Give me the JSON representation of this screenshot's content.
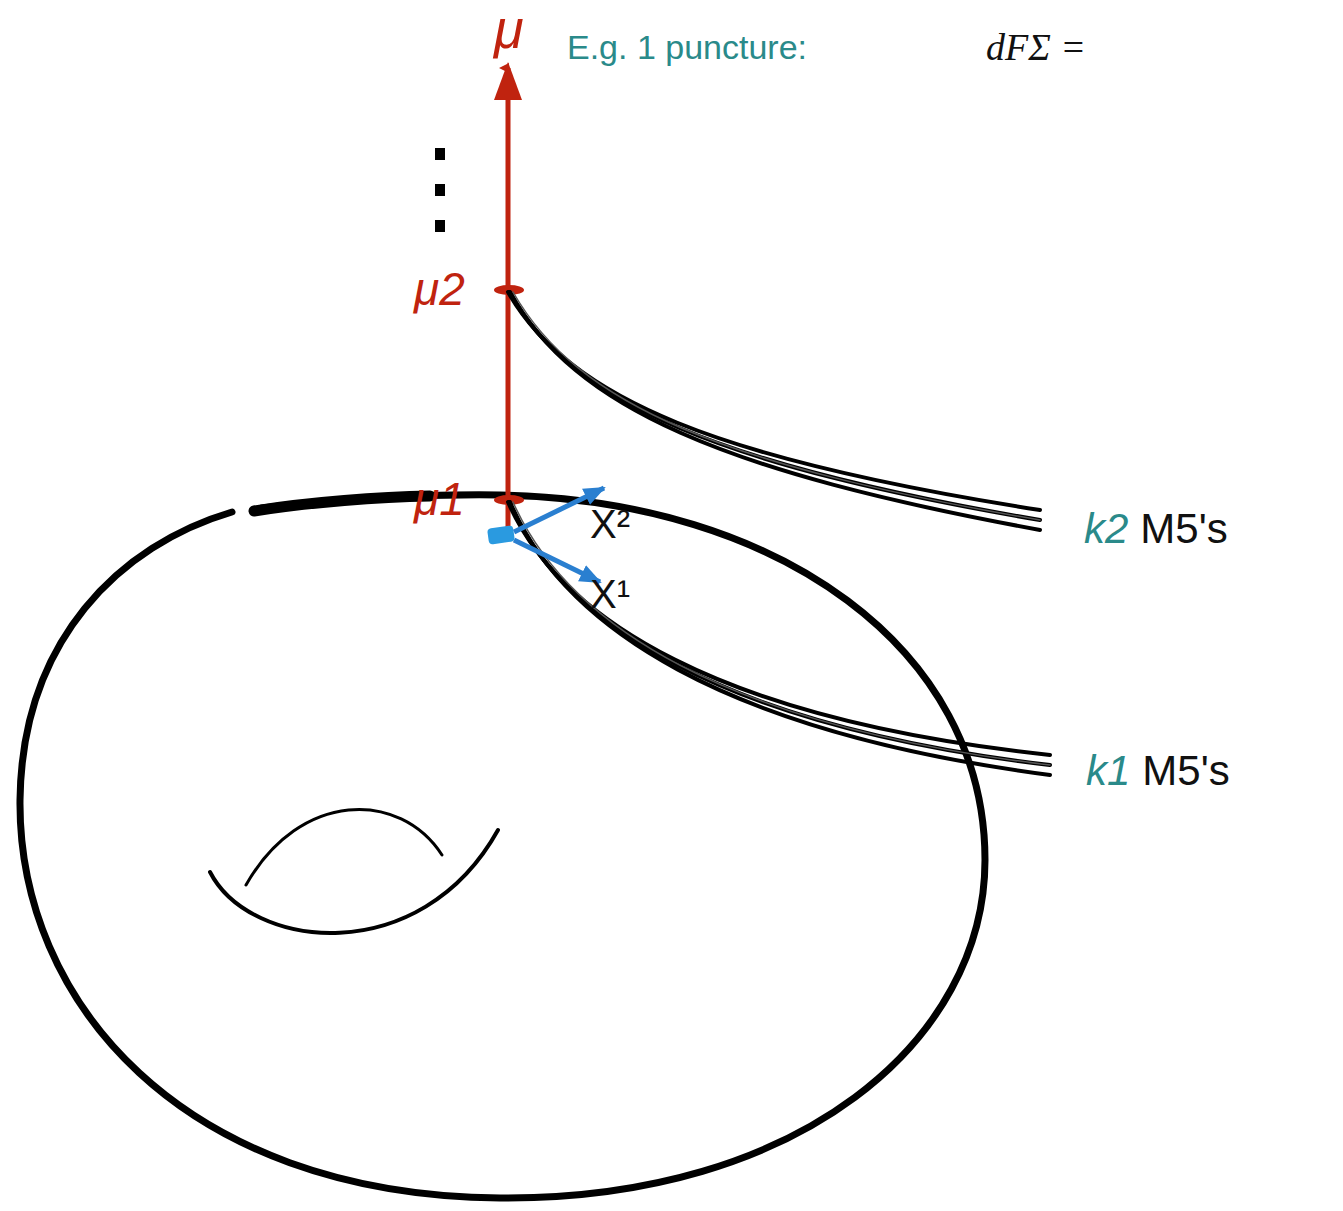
{
  "diagram": {
    "labels": [
      "μ",
      "E.g. 1 puncture:",
      "dFΣ =",
      "μ2",
      "μ1",
      "X²",
      "X¹",
      "k2",
      "M5's",
      "k1",
      "M5's"
    ]
  }
}
